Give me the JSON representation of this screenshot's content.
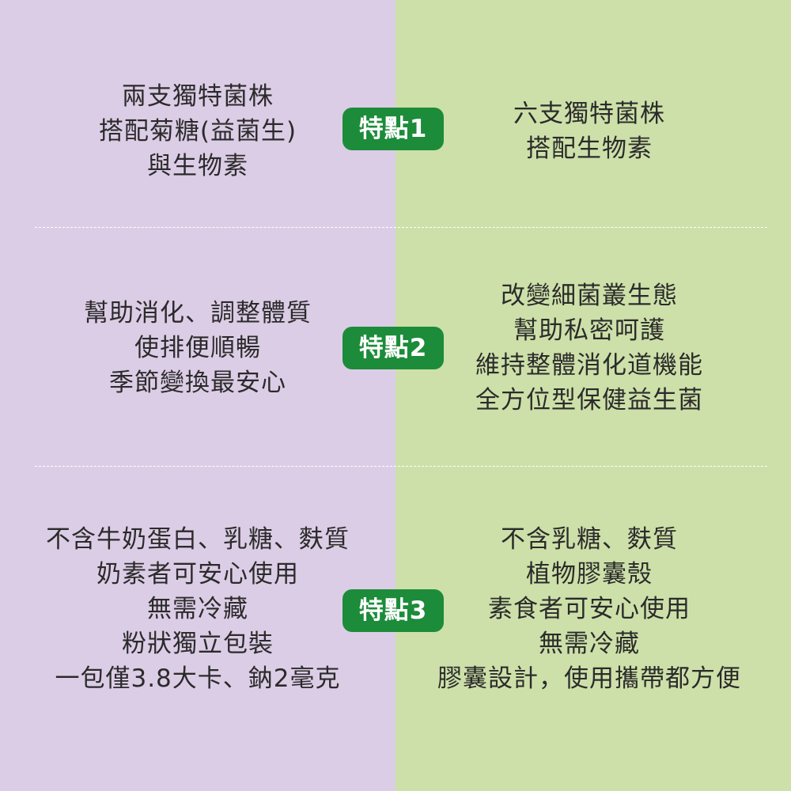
{
  "colors": {
    "left_background": "#dccde6",
    "right_background": "#cde0a9",
    "badge": "#1c8c3a",
    "badge_text": "#ffffff",
    "divider": "#ffffff",
    "text": "#2b2b2b"
  },
  "features": [
    {
      "badge": "特點1",
      "left": [
        "兩支獨特菌株",
        "搭配菊糖(益菌生)",
        "與生物素"
      ],
      "right": [
        "六支獨特菌株",
        "搭配生物素"
      ]
    },
    {
      "badge": "特點2",
      "left": [
        "幫助消化、調整體質",
        "使排便順暢",
        "季節變換最安心"
      ],
      "right": [
        "改變細菌叢生態",
        "幫助私密呵護",
        "維持整體消化道機能",
        "全方位型保健益生菌"
      ]
    },
    {
      "badge": "特點3",
      "left": [
        "不含牛奶蛋白、乳糖、麩質",
        "奶素者可安心使用",
        "無需冷藏",
        "粉狀獨立包裝",
        "一包僅3.8大卡、鈉2毫克"
      ],
      "right": [
        "不含乳糖、麩質",
        "植物膠囊殼",
        "素食者可安心使用",
        "無需冷藏",
        "膠囊設計，使用攜帶都方便"
      ]
    }
  ]
}
